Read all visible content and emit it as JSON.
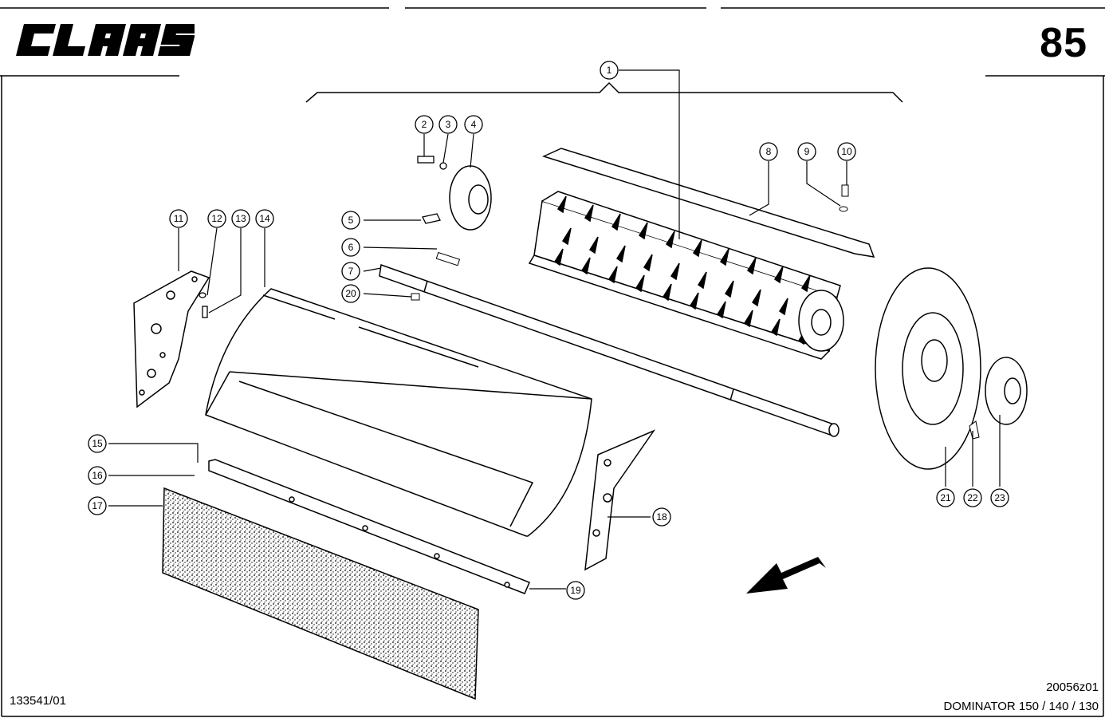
{
  "header": {
    "brand": "CLAAS",
    "page_number": "85"
  },
  "footer": {
    "drawing_ref": "133541/01",
    "figure_code": "20056z01",
    "model": "DOMINATOR 150 / 140 / 130"
  },
  "callouts": [
    "1",
    "2",
    "3",
    "4",
    "5",
    "6",
    "7",
    "8",
    "9",
    "10",
    "11",
    "12",
    "13",
    "14",
    "15",
    "16",
    "17",
    "18",
    "19",
    "20",
    "21",
    "22",
    "23"
  ]
}
